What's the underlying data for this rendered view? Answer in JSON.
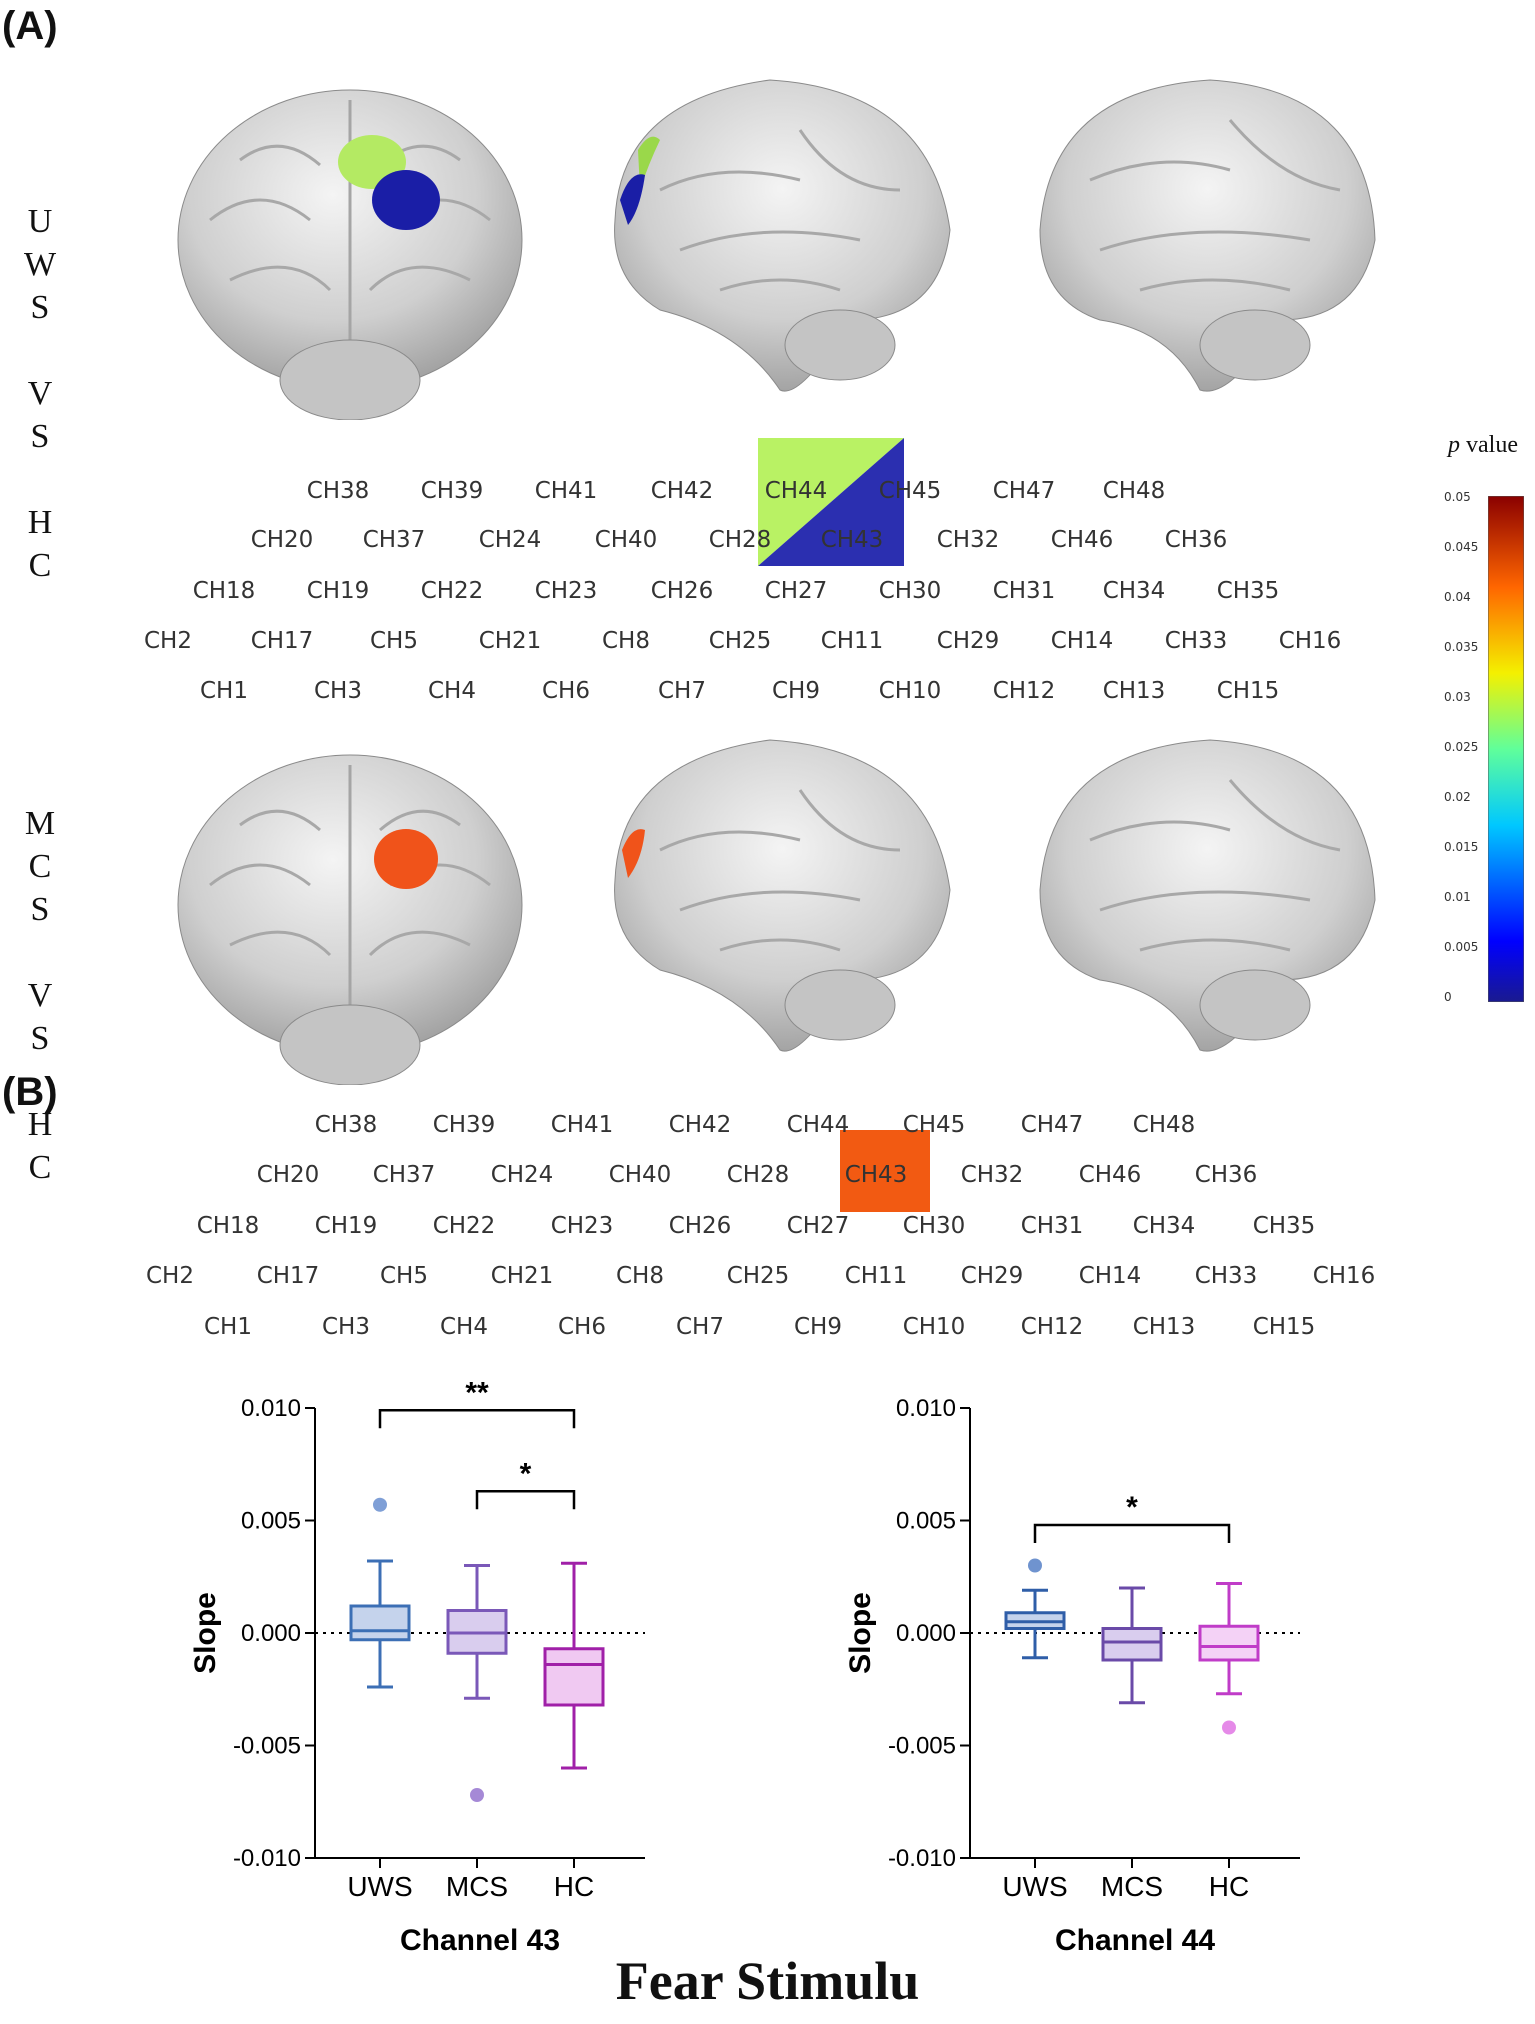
{
  "panel_a_label": "(A)",
  "panel_b_label": "(B)",
  "row_labels": [
    "UWS VS HC",
    "MCS VS HC"
  ],
  "row_label_letters": [
    [
      "U",
      "W",
      "S",
      "",
      "V",
      "S",
      "",
      "H",
      "C"
    ],
    [
      "M",
      "C",
      "S",
      "",
      "V",
      "S",
      "",
      "H",
      "C"
    ]
  ],
  "channel_layout": [
    [
      "CH38",
      "CH39",
      "CH41",
      "CH42",
      "CH44",
      "CH45",
      "CH47",
      "CH48"
    ],
    [
      "CH20",
      "CH37",
      "CH24",
      "CH40",
      "CH28",
      "CH43",
      "CH32",
      "CH46",
      "CH36"
    ],
    [
      "CH18",
      "CH19",
      "CH22",
      "CH23",
      "CH26",
      "CH27",
      "CH30",
      "CH31",
      "CH34",
      "CH35"
    ],
    [
      "CH2",
      "CH17",
      "CH5",
      "CH21",
      "CH8",
      "CH25",
      "CH11",
      "CH29",
      "CH14",
      "CH33",
      "CH16"
    ],
    [
      "CH1",
      "CH3",
      "CH4",
      "CH6",
      "CH7",
      "CH9",
      "CH10",
      "CH12",
      "CH13",
      "CH15"
    ]
  ],
  "highlights": {
    "uws_vs_hc": [
      {
        "channel": "CH44",
        "color": "#b9f264"
      },
      {
        "channel": "CH43",
        "color": "#2b2fb0"
      }
    ],
    "mcs_vs_hc": [
      {
        "channel": "CH43",
        "color": "#f25a12"
      }
    ]
  },
  "colorbar": {
    "title_italic": "p",
    "title_rest": " value",
    "ticks": [
      "0.05",
      "0.045",
      "0.04",
      "0.035",
      "0.03",
      "0.025",
      "0.02",
      "0.015",
      "0.01",
      "0.005",
      "0"
    ]
  },
  "chart_data": [
    {
      "type": "box",
      "title": "Channel 43",
      "ylabel": "Slope",
      "ylim": [
        -0.01,
        0.01
      ],
      "yticks": [
        "0.010",
        "0.005",
        "0.000",
        "-0.005",
        "-0.010"
      ],
      "ytick_values": [
        0.01,
        0.005,
        0.0,
        -0.005,
        -0.01
      ],
      "categories": [
        "UWS",
        "MCS",
        "HC"
      ],
      "boxes": [
        {
          "name": "UWS",
          "whisker_low": -0.0024,
          "q1": -0.0003,
          "median": 0.0001,
          "q3": 0.0012,
          "whisker_high": 0.0032,
          "outliers": [
            0.0057
          ],
          "color": "#3c6fb5",
          "fill": "#c5d3ec",
          "outlier_color": "#7f9fd6"
        },
        {
          "name": "MCS",
          "whisker_low": -0.0029,
          "q1": -0.0009,
          "median": 0.0,
          "q3": 0.001,
          "whisker_high": 0.003,
          "outliers": [
            -0.0072
          ],
          "color": "#7a58b8",
          "fill": "#d9cdee",
          "outlier_color": "#a589d6"
        },
        {
          "name": "HC",
          "whisker_low": -0.006,
          "q1": -0.0032,
          "median": -0.0014,
          "q3": -0.0007,
          "whisker_high": 0.0031,
          "outliers": [],
          "color": "#a020a8",
          "fill": "#f0c9f2",
          "outlier_color": "#e58ae8"
        }
      ],
      "significance": [
        {
          "from": "UWS",
          "to": "HC",
          "label": "**"
        },
        {
          "from": "MCS",
          "to": "HC",
          "label": "*"
        }
      ]
    },
    {
      "type": "box",
      "title": "Channel 44",
      "ylabel": "Slope",
      "ylim": [
        -0.01,
        0.01
      ],
      "yticks": [
        "0.010",
        "0.005",
        "0.000",
        "-0.005",
        "-0.010"
      ],
      "ytick_values": [
        0.01,
        0.005,
        0.0,
        -0.005,
        -0.01
      ],
      "categories": [
        "UWS",
        "MCS",
        "HC"
      ],
      "boxes": [
        {
          "name": "UWS",
          "whisker_low": -0.0011,
          "q1": 0.0002,
          "median": 0.0005,
          "q3": 0.0009,
          "whisker_high": 0.0019,
          "outliers": [
            0.003
          ],
          "color": "#2f5ea8",
          "fill": "#c5d3ec",
          "outlier_color": "#6f93cf"
        },
        {
          "name": "MCS",
          "whisker_low": -0.0031,
          "q1": -0.0012,
          "median": -0.0004,
          "q3": 0.0002,
          "whisker_high": 0.002,
          "outliers": [],
          "color": "#6a4aa8",
          "fill": "#d9cdee",
          "outlier_color": "#a589d6"
        },
        {
          "name": "HC",
          "whisker_low": -0.0027,
          "q1": -0.0012,
          "median": -0.0006,
          "q3": 0.0003,
          "whisker_high": 0.0022,
          "outliers": [
            -0.0042
          ],
          "color": "#c03cc8",
          "fill": "#f4d2f6",
          "outlier_color": "#e58ae8"
        }
      ],
      "significance": [
        {
          "from": "UWS",
          "to": "HC",
          "label": "*"
        }
      ]
    }
  ],
  "figure_title": "Fear Stimulu"
}
